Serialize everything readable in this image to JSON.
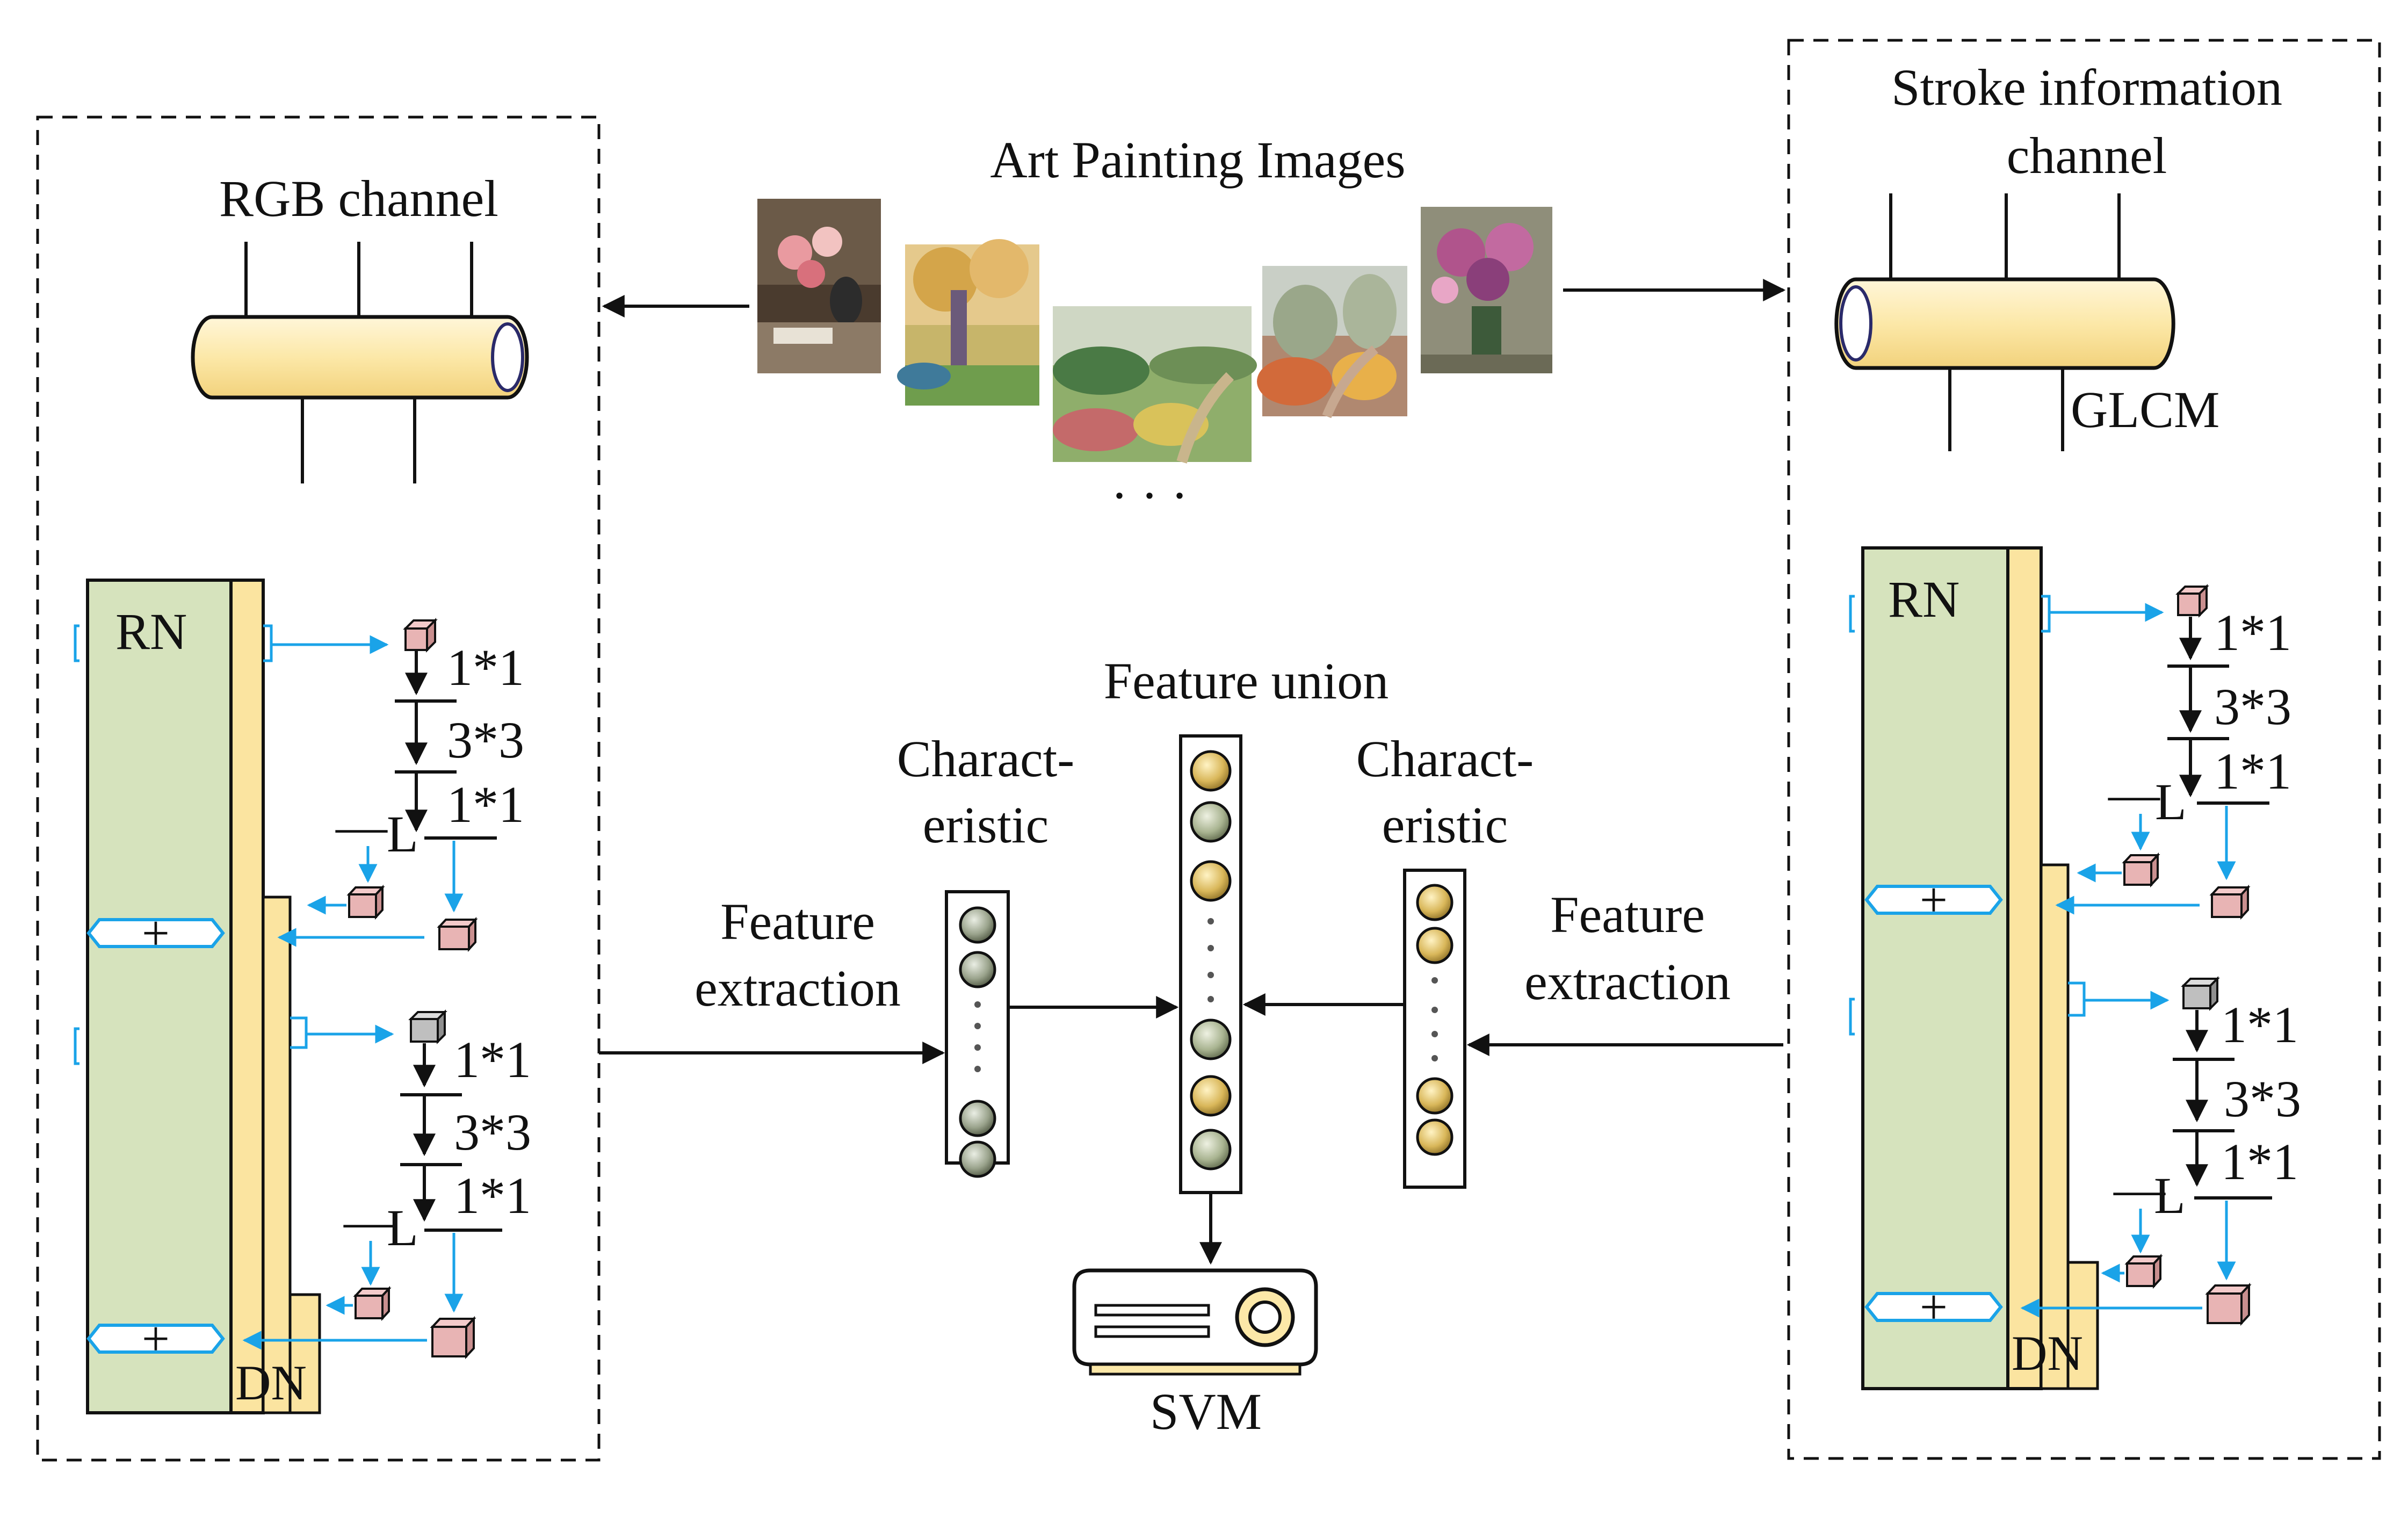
{
  "title": "Art Painting Images",
  "ellipsis": "· · ·",
  "left_panel": {
    "channel_label": "RGB channel",
    "rn_label": "RN",
    "dn_label": "DN",
    "plus": "+",
    "block1": {
      "k1": "1*1",
      "k2": "3*3",
      "k3": "1*1",
      "l": "L",
      "minus": "—"
    },
    "block2": {
      "k1": "1*1",
      "k2": "3*3",
      "k3": "1*1",
      "l": "L",
      "minus": "—"
    }
  },
  "right_panel": {
    "channel_label_line1": "Stroke information",
    "channel_label_line2": "channel",
    "glcm_label": "GLCM",
    "rn_label": "RN",
    "dn_label": "DN",
    "plus": "+",
    "block1": {
      "k1": "1*1",
      "k2": "3*3",
      "k3": "1*1",
      "l": "L",
      "minus": "—"
    },
    "block2": {
      "k1": "1*1",
      "k2": "3*3",
      "k3": "1*1",
      "l": "L",
      "minus": "—"
    }
  },
  "center": {
    "feature_union": "Feature union",
    "char_left_1": "Charact-",
    "char_left_2": "eristic",
    "char_right_1": "Charact-",
    "char_right_2": "eristic",
    "extract_left_1": "Feature",
    "extract_left_2": "extraction",
    "extract_right_1": "Feature",
    "extract_right_2": "extraction",
    "svm": "SVM"
  },
  "colors": {
    "rn_green": "#d6e3bd",
    "dn_yellow": "#fbe4a0",
    "arrow_blue": "#1aa3e8",
    "cube_pink": "#e8b4b4",
    "cube_gray": "#bfbfbf",
    "node_gold": "#d9b75a",
    "node_sage": "#a9b491"
  }
}
